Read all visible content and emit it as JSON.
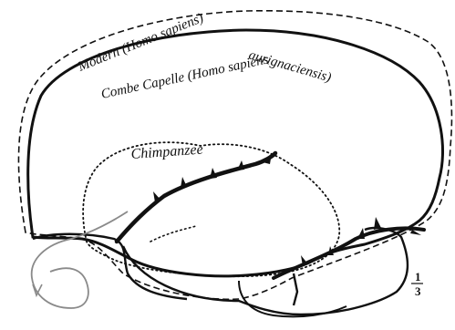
{
  "figure": {
    "labels": {
      "modern": "Modern (Homo sapiens)",
      "combe_line1": "Combe Capelle (Homo sapiens",
      "combe_line2": "aurignaciensis)",
      "chimpanzee": "Chimpanzee",
      "scale_num": "1",
      "scale_den": "3"
    },
    "outlines": [
      {
        "name": "Modern (Homo sapiens)",
        "style": "dashed"
      },
      {
        "name": "Combe Capelle (Homo sapiens aurignaciensis)",
        "style": "solid"
      },
      {
        "name": "Chimpanzee",
        "style": "dotted"
      }
    ],
    "colors": {
      "ink": "#111111",
      "paper": "#ffffff",
      "grey_curve": "#8a8a8a"
    }
  }
}
